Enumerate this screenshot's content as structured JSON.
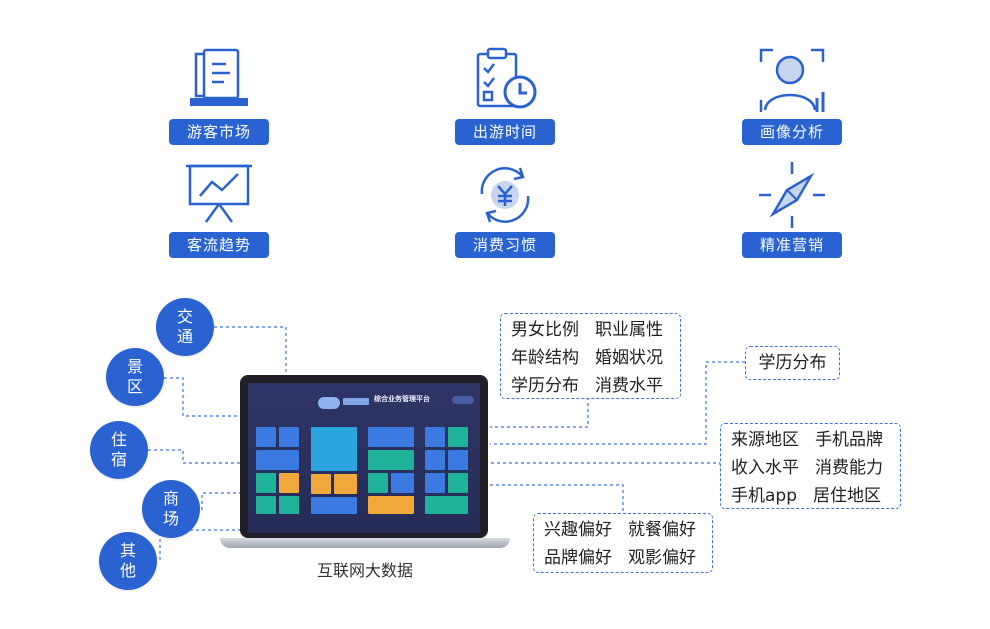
{
  "features": [
    {
      "label": "游客市场",
      "icon": "documents-icon"
    },
    {
      "label": "出游时间",
      "icon": "checklist-clock-icon"
    },
    {
      "label": "画像分析",
      "icon": "user-portrait-icon"
    },
    {
      "label": "客流趋势",
      "icon": "trend-board-icon"
    },
    {
      "label": "消费习惯",
      "icon": "yuan-cycle-icon"
    },
    {
      "label": "精准营销",
      "icon": "compass-icon"
    }
  ],
  "sources": [
    {
      "label": "交通"
    },
    {
      "label": "景区"
    },
    {
      "label": "住宿"
    },
    {
      "label": "商场"
    },
    {
      "label": "其他"
    }
  ],
  "laptop": {
    "screen_title": "综合业务管理平台",
    "caption": "互联网大数据"
  },
  "boxes": {
    "demographics": [
      [
        "男女比例",
        "职业属性"
      ],
      [
        "年龄结构",
        "婚姻状况"
      ],
      [
        "学历分布",
        "消费水平"
      ]
    ],
    "education": "学历分布",
    "location": [
      [
        "来源地区",
        "手机品牌"
      ],
      [
        "收入水平",
        "消费能力"
      ],
      [
        "手机app",
        "居住地区"
      ]
    ],
    "preferences": [
      [
        "兴趣偏好",
        "就餐偏好"
      ],
      [
        "品牌偏好",
        "观影偏好"
      ]
    ]
  },
  "colors": {
    "primary": "#2a63d1",
    "dash": "#3d74d6"
  }
}
